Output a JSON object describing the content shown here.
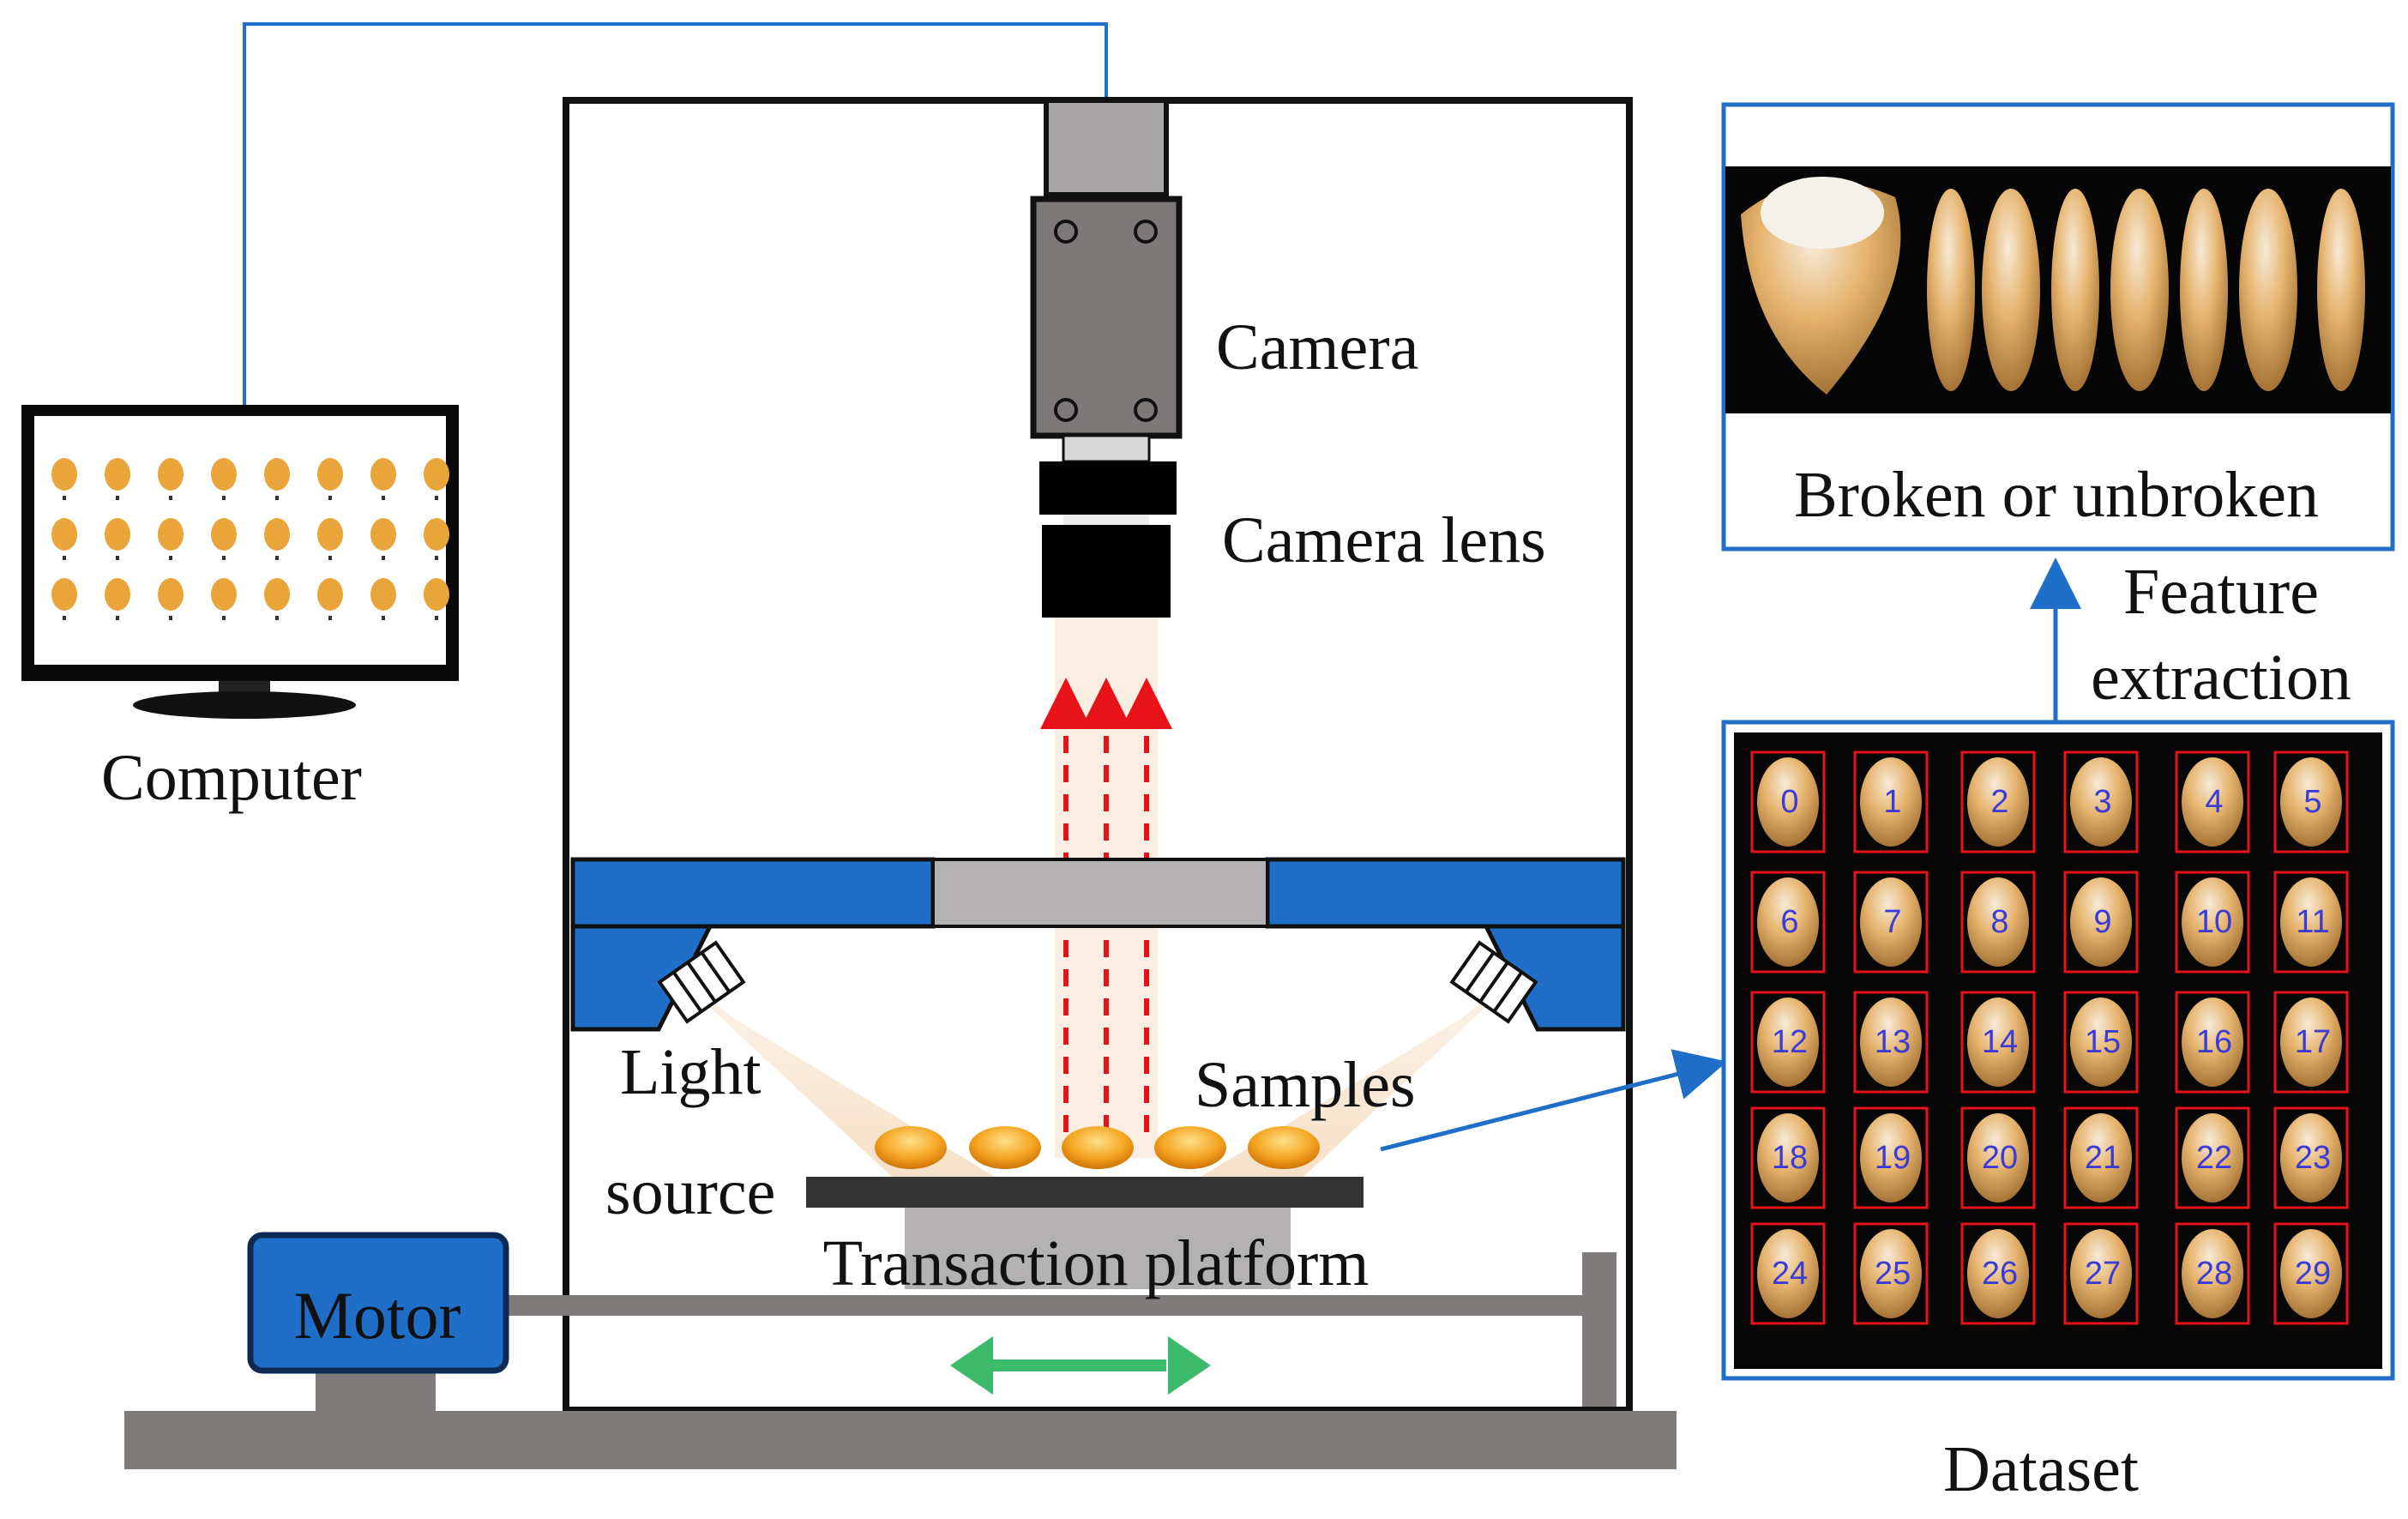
{
  "labels": {
    "computer": "Computer",
    "camera": "Camera",
    "camera_lens": "Camera lens",
    "light": "Light",
    "source": "source",
    "samples": "Samples",
    "platform": "Transaction platform",
    "motor": "Motor",
    "broken": "Broken or unbroken",
    "feature_line1": "Feature",
    "feature_line2": "extraction",
    "dataset": "Dataset"
  },
  "dataset_numbers": [
    "0",
    "1",
    "2",
    "3",
    "4",
    "5",
    "6",
    "7",
    "8",
    "9",
    "10",
    "11",
    "12",
    "13",
    "14",
    "15",
    "16",
    "17",
    "18",
    "19",
    "20",
    "21",
    "22",
    "23",
    "24",
    "25",
    "26",
    "27",
    "28",
    "29"
  ],
  "colors": {
    "blue": "#1f6fc9",
    "line_blue": "#1f6fc9",
    "red_arrow": "#e8131a",
    "green_arrow": "#3cba6a",
    "gray": "#7f7b7b",
    "light_gray": "#b3b1b1",
    "kernel_orange": "#f5a623"
  },
  "icons": {
    "monitor": "monitor-icon",
    "camera": "camera-icon",
    "lens": "lens-icon",
    "led": "led-icon",
    "kernel": "corn-kernel-icon"
  }
}
